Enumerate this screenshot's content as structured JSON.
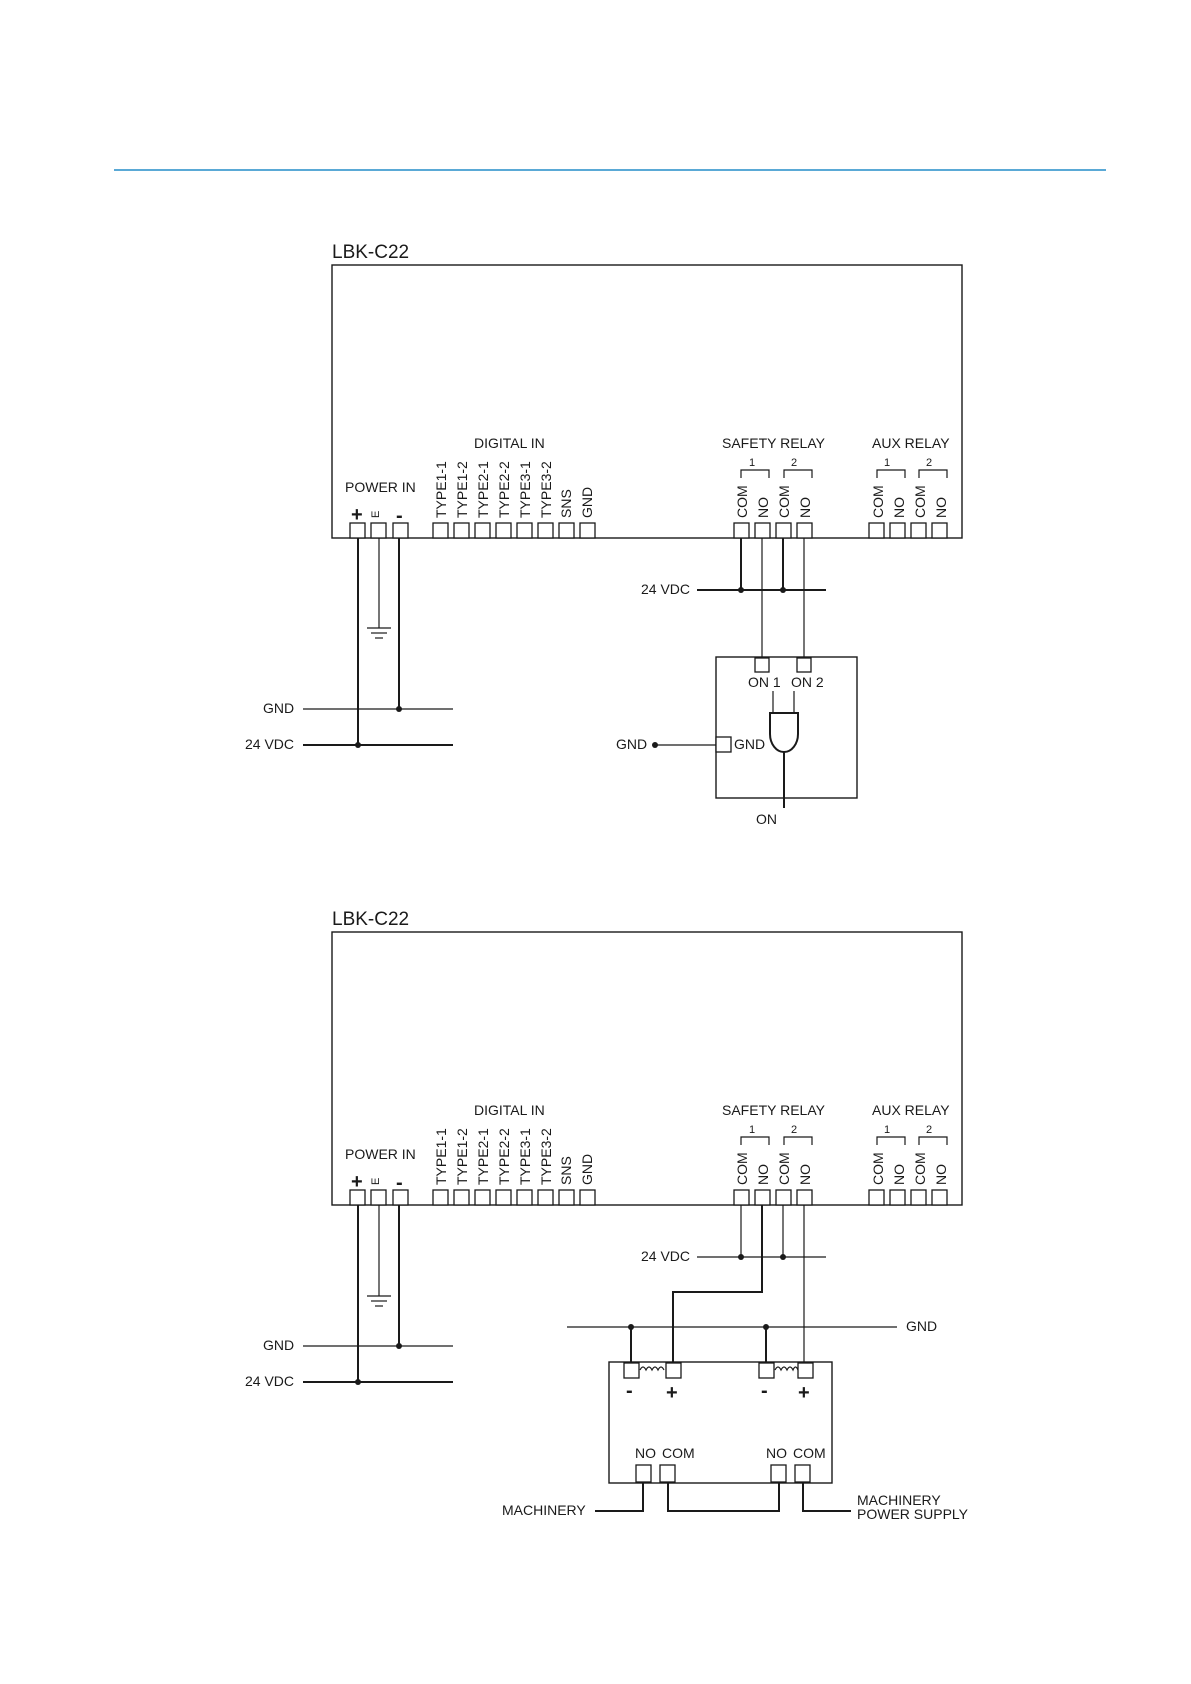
{
  "theme": {
    "rule_color": "#5aa9d6",
    "ink": "#1a1a1a"
  },
  "diagram1": {
    "device_title": "LBK-C22",
    "power_in": "POWER IN",
    "power_plus": "+",
    "power_e": "E",
    "power_minus": "-",
    "digital_in": "DIGITAL IN",
    "digital_terms": [
      "TYPE1-1",
      "TYPE1-2",
      "TYPE2-1",
      "TYPE2-2",
      "TYPE3-1",
      "TYPE3-2",
      "SNS",
      "GND"
    ],
    "safety_relay": "SAFETY RELAY",
    "aux_relay": "AUX RELAY",
    "relay_num_1": "1",
    "relay_num_2": "2",
    "aux_num_1": "1",
    "aux_num_2": "2",
    "safety_terms": [
      "COM",
      "NO",
      "COM",
      "NO"
    ],
    "aux_terms": [
      "COM",
      "NO",
      "COM",
      "NO"
    ],
    "vdc_relay": "24 VDC",
    "gnd_left": "GND",
    "vdc_left": "24 VDC",
    "gate_on1": "ON 1",
    "gate_on2": "ON 2",
    "gate_gnd_ext": "GND",
    "gate_gnd_term": "GND",
    "gate_out": "ON"
  },
  "diagram2": {
    "device_title": "LBK-C22",
    "power_in": "POWER IN",
    "power_plus": "+",
    "power_e": "E",
    "power_minus": "-",
    "digital_in": "DIGITAL IN",
    "digital_terms": [
      "TYPE1-1",
      "TYPE1-2",
      "TYPE2-1",
      "TYPE2-2",
      "TYPE3-1",
      "TYPE3-2",
      "SNS",
      "GND"
    ],
    "safety_relay": "SAFETY RELAY",
    "aux_relay": "AUX RELAY",
    "relay_num_1": "1",
    "relay_num_2": "2",
    "aux_num_1": "1",
    "aux_num_2": "2",
    "safety_terms": [
      "COM",
      "NO",
      "COM",
      "NO"
    ],
    "aux_terms": [
      "COM",
      "NO",
      "COM",
      "NO"
    ],
    "vdc_relay": "24 VDC",
    "gnd_left": "GND",
    "vdc_left": "24 VDC",
    "gnd_right": "GND",
    "coil1_minus": "-",
    "coil1_plus": "+",
    "coil2_minus": "-",
    "coil2_plus": "+",
    "contact1_no": "NO",
    "contact1_com": "COM",
    "contact2_no": "NO",
    "contact2_com": "COM",
    "machinery": "MACHINERY",
    "machinery_ps_1": "MACHINERY",
    "machinery_ps_2": "POWER SUPPLY"
  }
}
